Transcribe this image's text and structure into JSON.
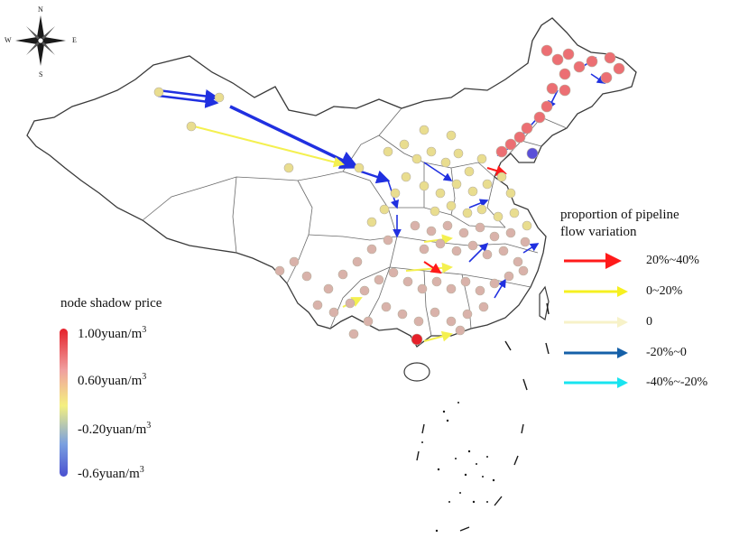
{
  "compass": {
    "n": "N",
    "s": "S",
    "e": "E",
    "w": "W"
  },
  "node_legend": {
    "title": "node shadow price",
    "items": [
      {
        "value": "1.00",
        "unit": "yuan/m",
        "sup": "3",
        "color": "#e5202a"
      },
      {
        "value": "0.60",
        "unit": "yuan/m",
        "sup": "3",
        "color": "#f0a0a0"
      },
      {
        "value": "-0.20",
        "unit": "yuan/m",
        "sup": "3",
        "color": "#f4f080"
      },
      {
        "value": "-0.6",
        "unit": "yuan/m",
        "sup": "3",
        "color": "#4a50d0"
      }
    ]
  },
  "flow_legend": {
    "title_line1": "proportion of pipeline",
    "title_line2": "flow variation",
    "items": [
      {
        "label": "20%~40%",
        "color": "#ff1a1a"
      },
      {
        "label": "0~20%",
        "color": "#f6f020"
      },
      {
        "label": "0",
        "color": "#f7f2c8"
      },
      {
        "label": "-20%~0",
        "color": "#1560a8"
      },
      {
        "label": "-40%~-20%",
        "color": "#18e4f0"
      }
    ]
  },
  "colors": {
    "boundary": "#3a3a3a",
    "node_red": "#ec6f73",
    "node_pink": "#d9b2aa",
    "node_yellow": "#e9dd8f",
    "node_tan": "#cfc29c",
    "pipe_blue": "#2030e0",
    "pipe_yellow": "#f4f050"
  }
}
